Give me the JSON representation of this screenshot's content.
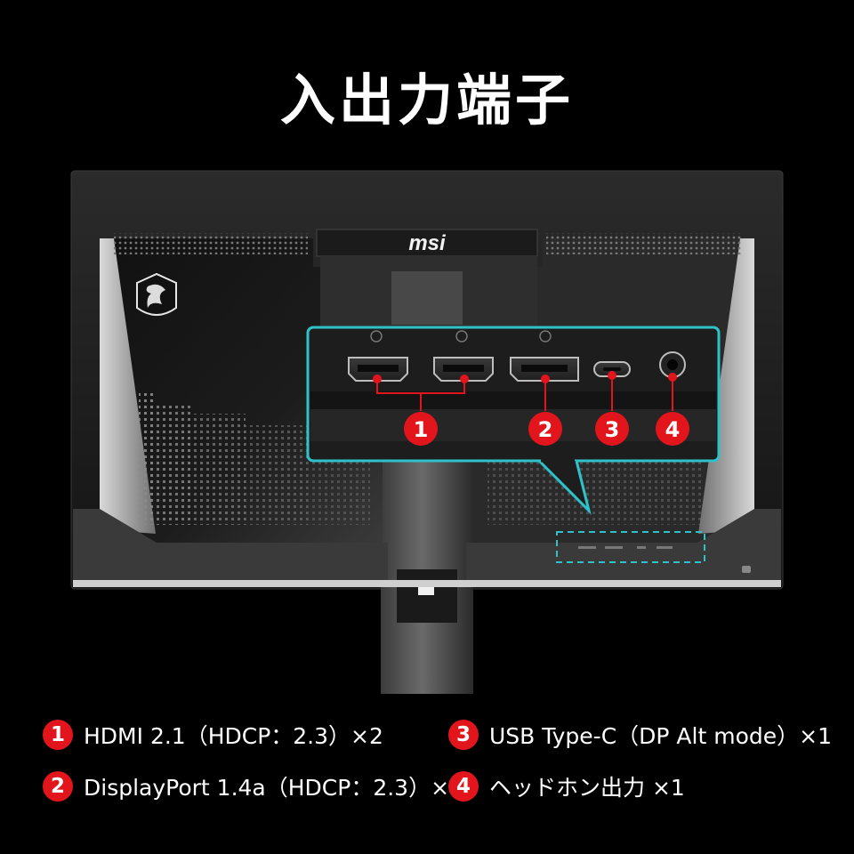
{
  "title": "入出力端子",
  "brand": {
    "logo_text": "msi"
  },
  "callout_numbers": [
    "1",
    "2",
    "3",
    "4"
  ],
  "colors": {
    "background": "#000000",
    "badge_red": "#e3151c",
    "callout_cyan": "#2fc3c9"
  },
  "specs": [
    {
      "num": "1",
      "text": "HDMI 2.1（HDCP：2.3）×2"
    },
    {
      "num": "2",
      "text": "DisplayPort 1.4a（HDCP：2.3）×1"
    },
    {
      "num": "3",
      "text": "USB Type-C（DP Alt mode）×1"
    },
    {
      "num": "4",
      "text": "ヘッドホン出力 ×1"
    }
  ]
}
